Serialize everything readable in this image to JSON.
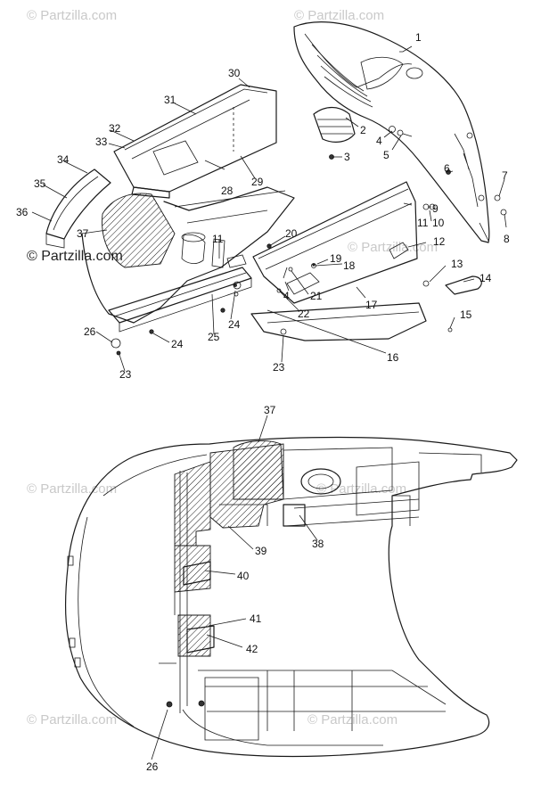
{
  "watermark": {
    "text": "© Partzilla.com",
    "color_light": "#c9c9c9",
    "color_dark": "#222222"
  },
  "upper_callouts": {
    "1": "1",
    "2": "2",
    "3": "3",
    "4": "4",
    "5": "5",
    "6": "6",
    "7": "7",
    "8": "8",
    "9": "9",
    "10": "10",
    "11": "11",
    "12": "12",
    "13": "13",
    "14": "14",
    "15": "15",
    "16": "16",
    "17": "17",
    "18": "18",
    "19": "19",
    "20": "20",
    "21": "21",
    "22": "22",
    "23": "23",
    "24": "24",
    "25": "25",
    "26": "26",
    "28": "28",
    "29": "29",
    "30": "30",
    "31": "31",
    "32": "32",
    "33": "33",
    "34": "34",
    "35": "35",
    "36": "36",
    "37": "37"
  },
  "lower_callouts": {
    "37": "37",
    "38": "38",
    "39": "39",
    "40": "40",
    "41": "41",
    "42": "42",
    "26": "26"
  }
}
